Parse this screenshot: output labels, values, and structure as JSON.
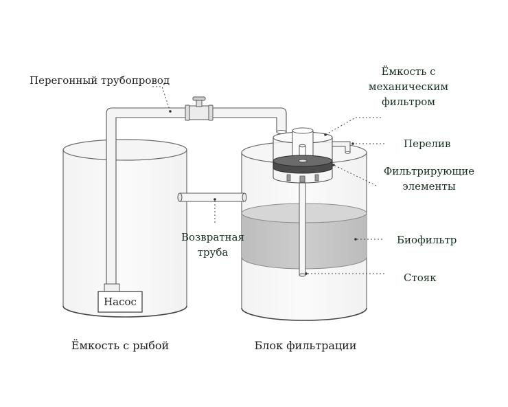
{
  "labels": {
    "transfer_pipe": "Перегонный трубопровод",
    "mech_filter": [
      "Ёмкость с",
      "механическим",
      "фильтром"
    ],
    "overflow": "Перелив",
    "filter_elements": [
      "Фильтрирующие",
      "элементы"
    ],
    "return_pipe": [
      "Возвратная",
      "труба"
    ],
    "biofilter": "Биофильтр",
    "standpipe": "Стояк",
    "pump": "Насос"
  },
  "captions": {
    "fish_tank": "Ёмкость с рыбой",
    "filter_unit": "Блок фильтрации"
  },
  "colors": {
    "accent_labels": "#17301f",
    "outline": "#4a4a4a",
    "biofilter_fill": "#c9c9c9",
    "pipe_fill": "#f4f4f4"
  }
}
